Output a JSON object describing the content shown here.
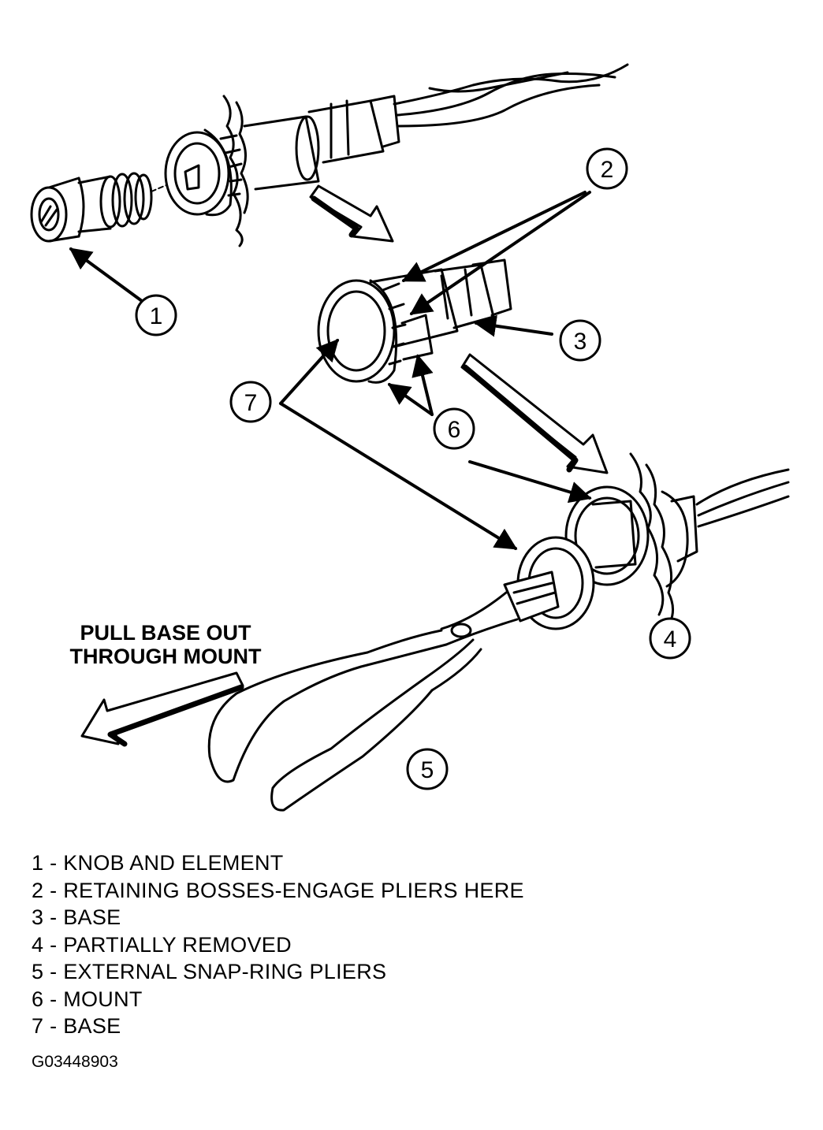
{
  "instruction": {
    "line1": "PULL BASE OUT",
    "line2": "THROUGH MOUNT"
  },
  "callouts": [
    {
      "number": "1"
    },
    {
      "number": "2"
    },
    {
      "number": "3"
    },
    {
      "number": "4"
    },
    {
      "number": "5"
    },
    {
      "number": "6"
    },
    {
      "number": "7"
    }
  ],
  "legend": [
    "1 - KNOB AND ELEMENT",
    "2 - RETAINING BOSSES-ENGAGE PLIERS HERE",
    "3 - BASE",
    "4 - PARTIALLY REMOVED",
    "5 - EXTERNAL SNAP-RING PLIERS",
    "6 - MOUNT",
    "7 - BASE"
  ],
  "figure_code": "G03448903"
}
